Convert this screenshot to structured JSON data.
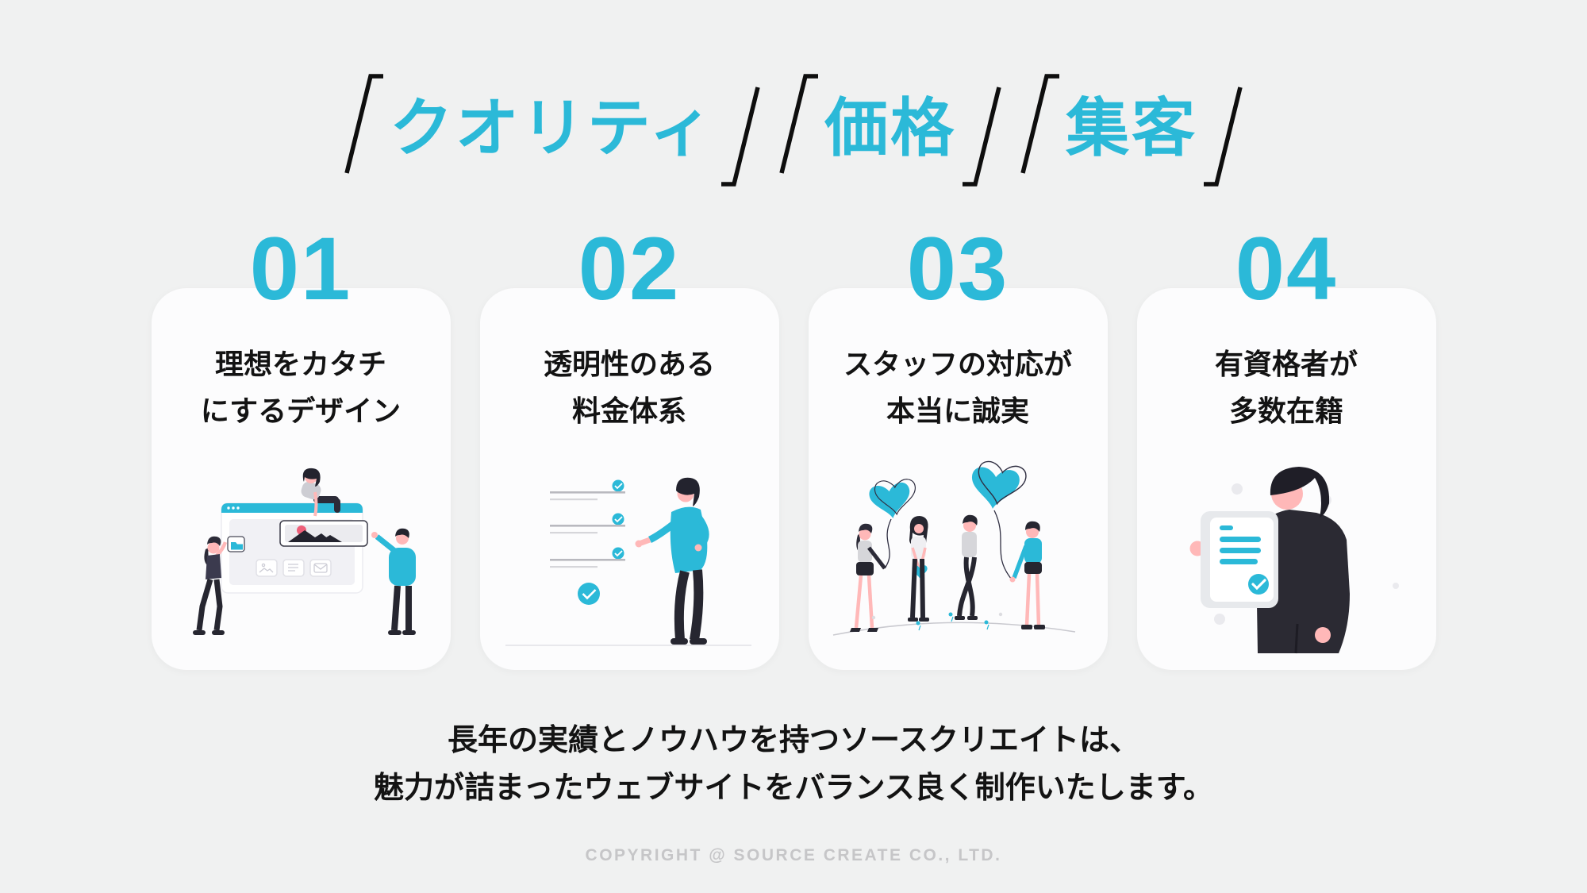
{
  "page": {
    "background": "#f0f1f1",
    "accent": "#2bb9d8",
    "text_color": "#131313",
    "bracket_color": "#0e0e0e",
    "card_background": "#fcfcfd",
    "footer_color": "#c6c6c8"
  },
  "header": {
    "keywords": [
      "クオリティ",
      "価格",
      "集客"
    ]
  },
  "cards": [
    {
      "number": "01",
      "title": [
        "理想をカタチ",
        "にするデザイン"
      ],
      "illustration": "web-design-illustration"
    },
    {
      "number": "02",
      "title": [
        "透明性のある",
        "料金体系"
      ],
      "illustration": "price-checklist-illustration"
    },
    {
      "number": "03",
      "title": [
        "スタッフの対応が",
        "本当に誠実"
      ],
      "illustration": "heart-balloons-illustration"
    },
    {
      "number": "04",
      "title": [
        "有資格者が",
        "多数在籍"
      ],
      "illustration": "qualified-staff-illustration"
    }
  ],
  "description": {
    "lines": [
      "長年の実績とノウハウを持つソースクリエイトは、",
      "魅力が詰まったウェブサイトをバランス良く制作いたします。"
    ]
  },
  "footer": {
    "copyright": "COPYRIGHT @ SOURCE CREATE CO., LTD."
  }
}
